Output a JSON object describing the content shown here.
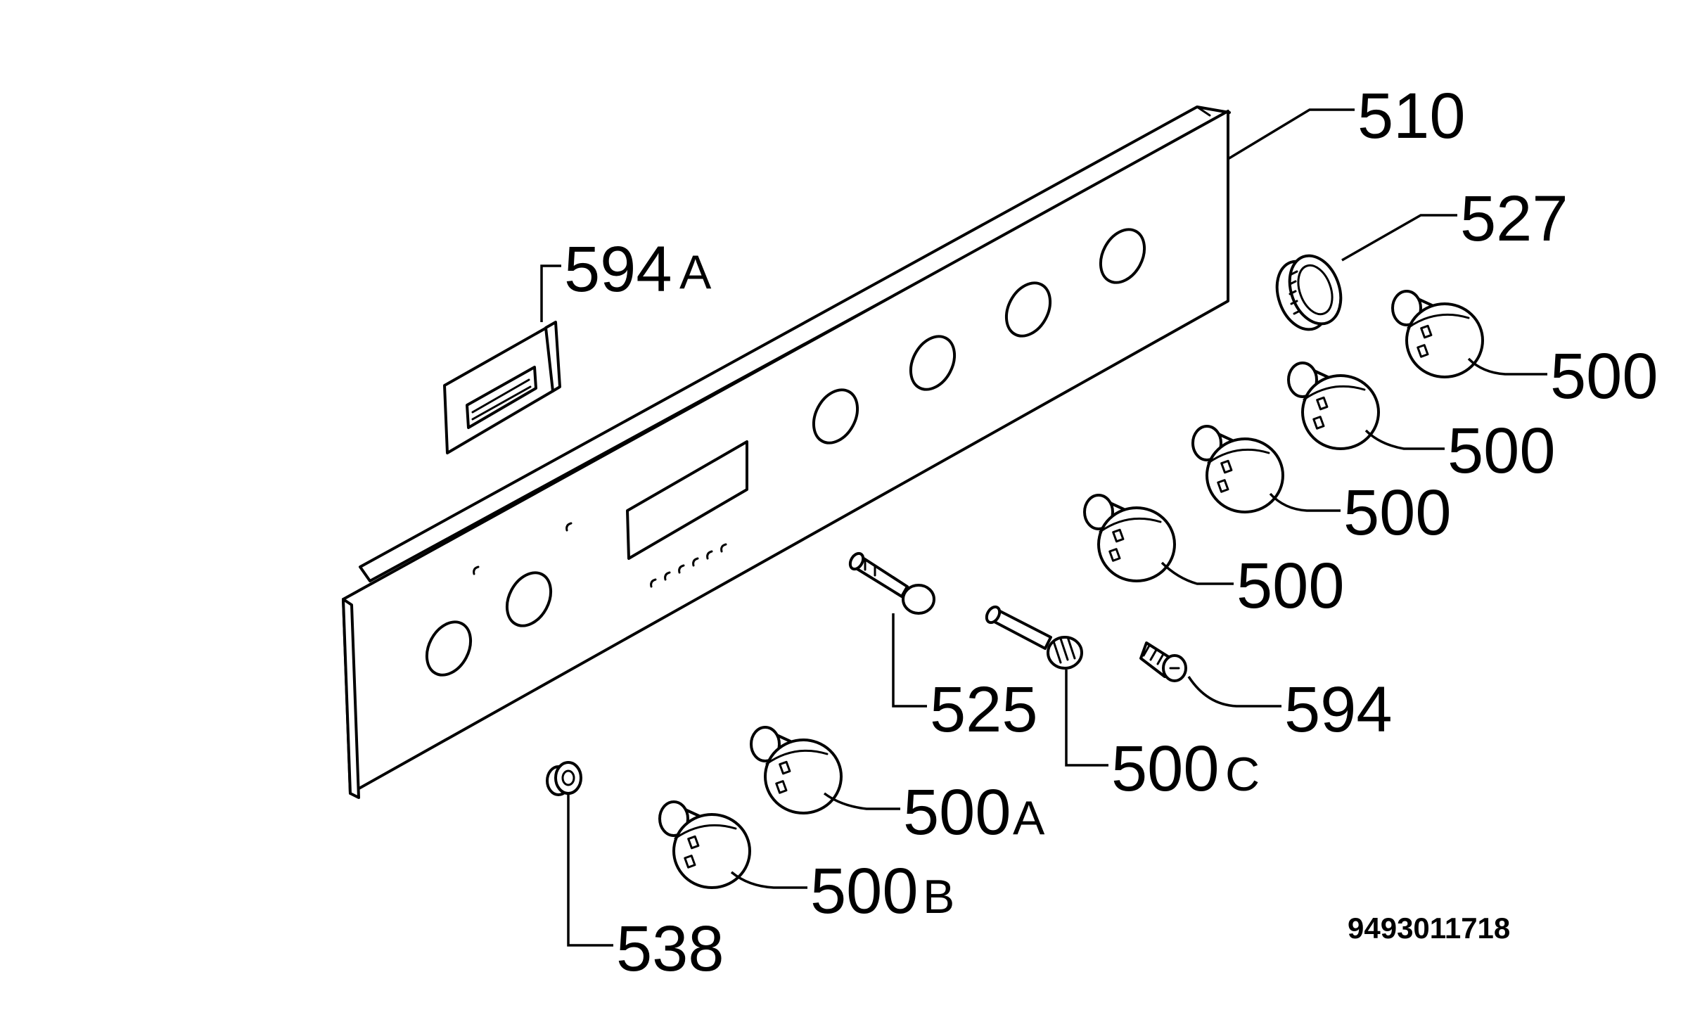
{
  "diagram": {
    "labels": {
      "panel": "510",
      "bezel": "527",
      "knob_1": "500",
      "knob_2": "500",
      "knob_3": "500",
      "knob_4": "500",
      "knob_a_number": "500",
      "knob_a_suffix": "A",
      "knob_b_number": "500",
      "knob_b_suffix": "B",
      "spindle_c_number": "500",
      "spindle_c_suffix": "C",
      "screw": "594",
      "clip_number": "594",
      "clip_suffix": "A",
      "button_stem": "525",
      "nut": "538"
    },
    "document_number": "9493011718"
  }
}
